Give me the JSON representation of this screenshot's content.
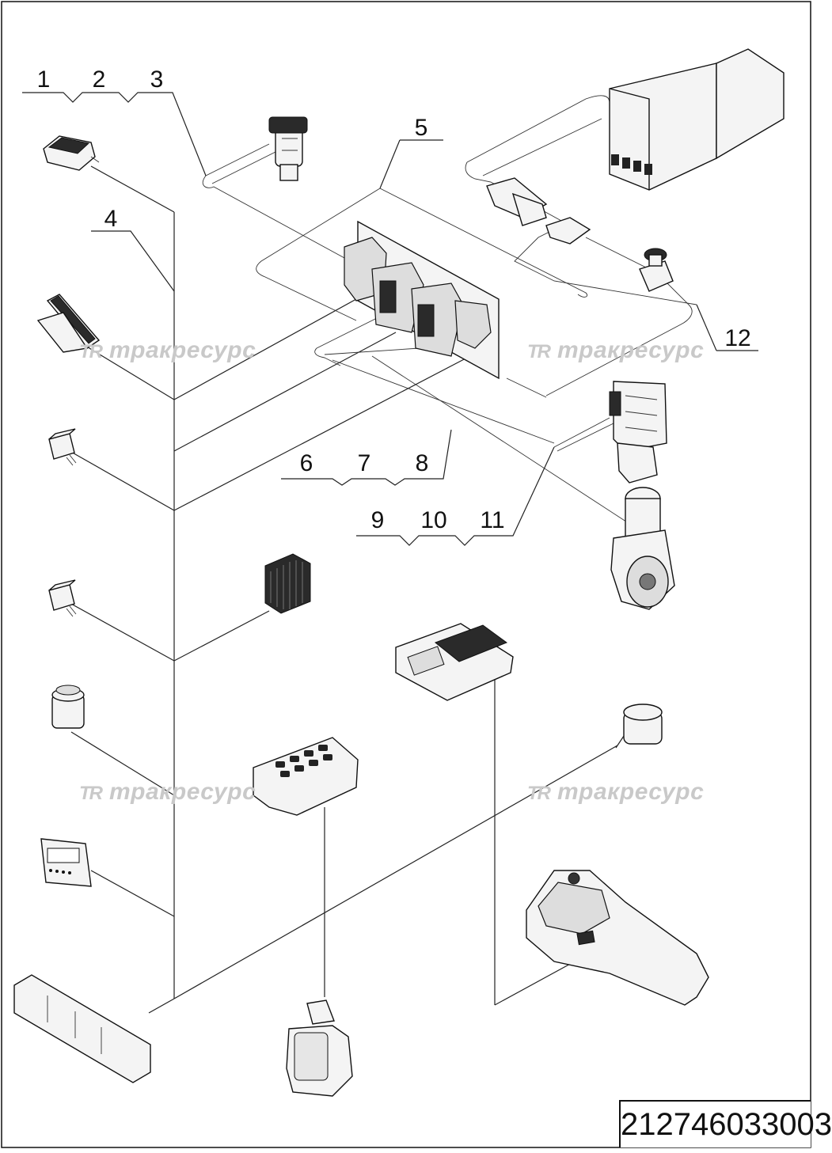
{
  "callouts": [
    {
      "id": "1",
      "label": "1"
    },
    {
      "id": "2",
      "label": "2"
    },
    {
      "id": "3",
      "label": "3"
    },
    {
      "id": "4",
      "label": "4"
    },
    {
      "id": "5",
      "label": "5"
    },
    {
      "id": "6",
      "label": "6"
    },
    {
      "id": "7",
      "label": "7"
    },
    {
      "id": "8",
      "label": "8"
    },
    {
      "id": "9",
      "label": "9"
    },
    {
      "id": "10",
      "label": "10"
    },
    {
      "id": "11",
      "label": "11"
    },
    {
      "id": "12",
      "label": "12"
    }
  ],
  "watermark": {
    "logo": "TR",
    "text": "тракресурс"
  },
  "document_number": "212746033003"
}
